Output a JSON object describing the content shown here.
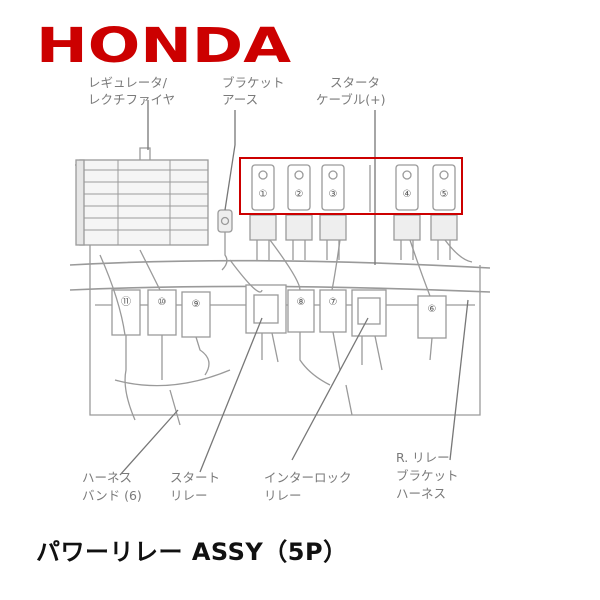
{
  "brand": {
    "logo_text": "HONDA",
    "logo_color": "#cc0000"
  },
  "labels": {
    "regulator_line1": "レギュレータ/",
    "regulator_line2": "レクチファイヤ",
    "bracket_earth_line1": "ブラケット",
    "bracket_earth_line2": "アース",
    "starter_cable_line1": "スタータ",
    "starter_cable_line2": "ケーブル(+)",
    "harness_band_line1": "ハーネス",
    "harness_band_line2": "バンド (6)",
    "start_relay_line1": "スタート",
    "start_relay_line2": "リレー",
    "interlock_relay_line1": "インターロック",
    "interlock_relay_line2": "リレー",
    "r_relay_line1": "R. リレー",
    "r_relay_line2": "ブラケット",
    "r_relay_line3": "ハーネス"
  },
  "relay_numbers": {
    "n1": "①",
    "n2": "②",
    "n3": "③",
    "n4": "④",
    "n5": "⑤",
    "n6": "⑥",
    "n7": "⑦",
    "n8": "⑧",
    "n9": "⑨",
    "n10": "⑩",
    "n11": "⑪"
  },
  "highlight_color": "#cc0000",
  "product_title": "パワーリレー ASSY（5P）"
}
